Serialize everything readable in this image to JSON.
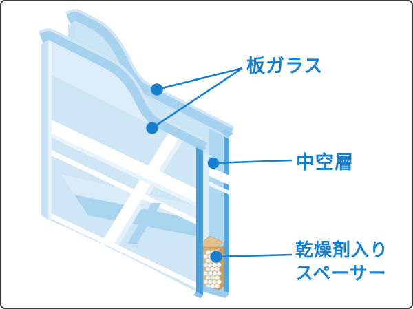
{
  "diagram": {
    "subject": "insulated-double-glazing-cross-section",
    "labels": {
      "plate_glass": "板ガラス",
      "air_layer": "中空層",
      "spacer_desiccant": "乾燥剤入り",
      "spacer_name": "スペーサー"
    },
    "colors": {
      "accent": "#1580d2",
      "glass_face": "#cee6f6",
      "glass_face_back": "#cbe4f6",
      "glass_cut_band": "#a6d2ef",
      "glass_band_highlight": "#d0e7f7",
      "glass_edge_dark": "#4a9ed9",
      "glass_edge_column": "#aed8f2",
      "reflection_white": "#ffffff",
      "shelf_light": "#d9ecf8",
      "shelf_medium": "#a9d4ef",
      "spacer_top": "#e3c18b",
      "spacer_front": "#d8b67a",
      "spacer_border": "#c79c5c",
      "bead": "#ebf5fb",
      "frame_border": "#3c3c3c",
      "background": "#ffffff"
    }
  }
}
